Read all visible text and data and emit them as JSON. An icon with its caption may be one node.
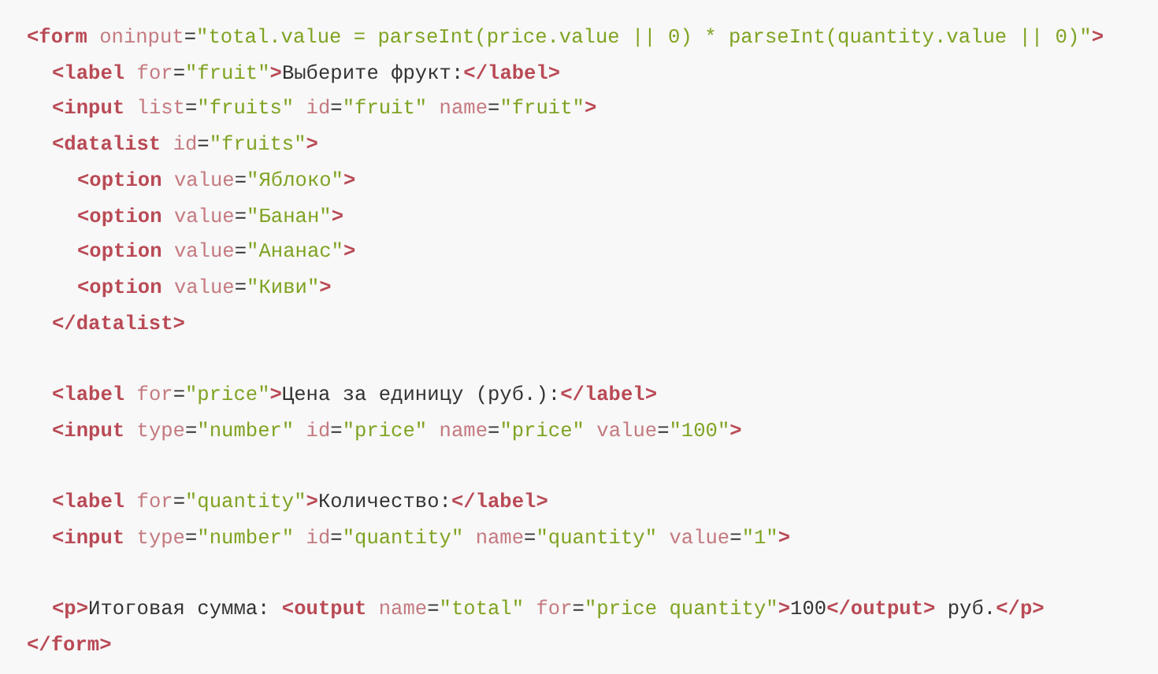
{
  "diagram": {
    "labels": [
      "<form oninput=\"total.value = parseInt(price.value || 0) * parseInt(quantity.value || 0)\">",
      "<label for=\"fruit\">Выберите фрукт:</label>",
      "<input list=\"fruits\" id=\"fruit\" name=\"fruit\">",
      "<datalist id=\"fruits\">",
      "<option value=\"Яблоко\">",
      "<option value=\"Банан\">",
      "<option value=\"Ананас\">",
      "<option value=\"Киви\">",
      "</datalist>",
      "<label for=\"price\">Цена за единицу (руб.):</label>",
      "<input type=\"number\" id=\"price\" name=\"price\" value=\"100\">",
      "<label for=\"quantity\">Количество:</label>",
      "<input type=\"number\" id=\"quantity\" name=\"quantity\" value=\"1\">",
      "<p>Итоговая сумма: <output name=\"total\" for=\"price quantity\">100</output> руб.</p>",
      "</form>"
    ]
  }
}
